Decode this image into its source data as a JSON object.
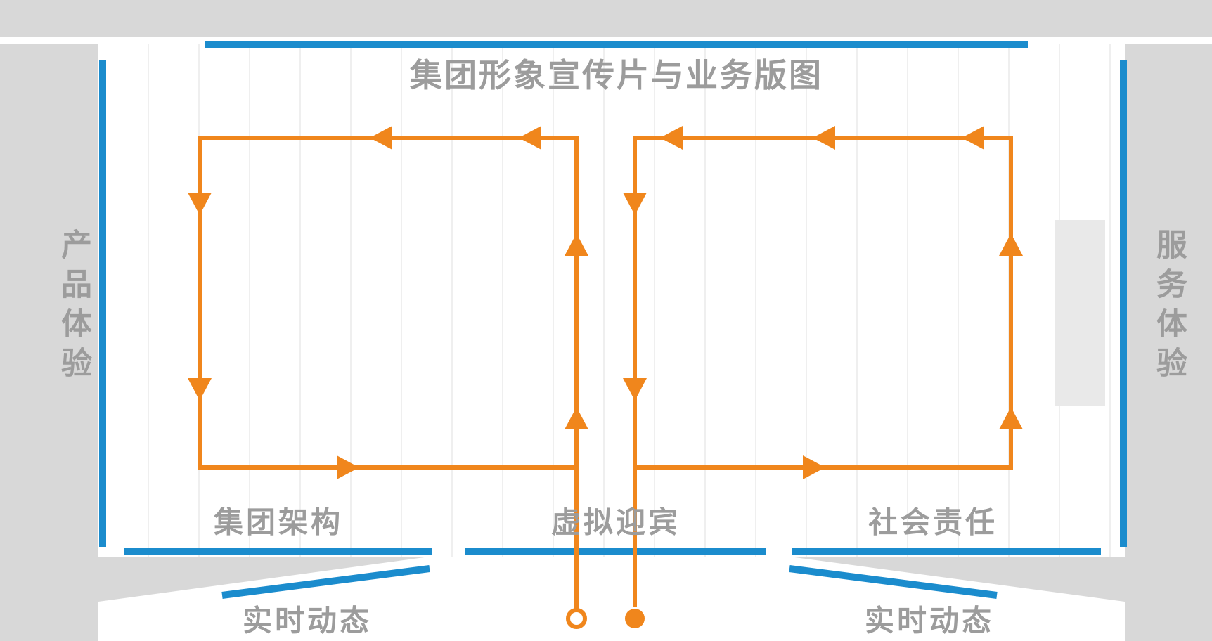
{
  "title": "集团形象宣传片与业务版图",
  "zones": {
    "left_wall": "产品体验",
    "right_wall": "服务体验",
    "bottom_left": "集团架构",
    "bottom_center": "虚拟迎宾",
    "bottom_right": "社会责任",
    "outside_left": "实时动态",
    "outside_right": "实时动态"
  },
  "diagram": {
    "type": "exhibition-floor-plan",
    "flow_loops": [
      {
        "name": "left-loop",
        "direction": "counterclockwise",
        "path": "top edge leftward, left edge downward, bottom edge rightward, right edge upward"
      },
      {
        "name": "right-loop",
        "direction": "counterclockwise",
        "path": "top edge leftward, left edge downward, bottom edge rightward, right edge upward"
      }
    ],
    "entrance_markers": [
      {
        "name": "hollow-circle-marker",
        "style": "outlined"
      },
      {
        "name": "filled-circle-marker",
        "style": "filled"
      }
    ]
  },
  "colors": {
    "wall_blue": "#1b8ccd",
    "flow_orange": "#f0861c",
    "label_gray": "#9c9c9c",
    "background_gray": "#d8d8d8",
    "grid_line": "#efefef",
    "pillar_gray": "#e9e9e9"
  }
}
